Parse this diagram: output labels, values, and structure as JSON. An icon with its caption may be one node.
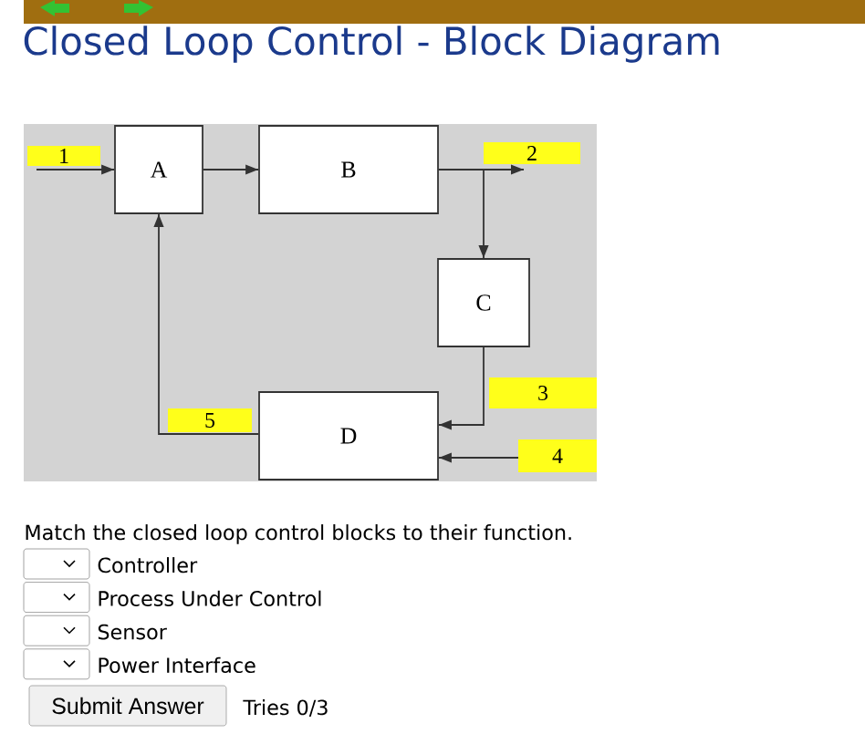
{
  "diagram": {
    "title": "Closed Loop Control - Block Diagram",
    "nodes": [
      {
        "text": [
          "A"
        ]
      },
      {
        "text": [
          "B"
        ]
      },
      {
        "text": [
          "C"
        ]
      },
      {
        "text": [
          "D"
        ]
      }
    ],
    "edges": [
      {
        "from": null,
        "to": 0,
        "arrow": "to",
        "label": "1"
      },
      {
        "from": 0,
        "to": 1,
        "arrow": "to"
      },
      {
        "from": 1,
        "to": null,
        "arrow": "to",
        "label": "2"
      },
      {
        "from": 1,
        "to": 2,
        "arrow": "to"
      },
      {
        "from": 2,
        "to": 3,
        "arrow": "to",
        "label": "3"
      },
      {
        "from": null,
        "to": 3,
        "arrow": "to",
        "label": "4"
      },
      {
        "from": 3,
        "to": 0,
        "arrow": "to",
        "label": "5"
      }
    ],
    "labels": [
      "Match the closed loop control blocks to their function.",
      "Controller",
      "Process Under Control",
      "Sensor",
      "Power Interface",
      "Submit Answer",
      "Tries 0/3"
    ]
  }
}
